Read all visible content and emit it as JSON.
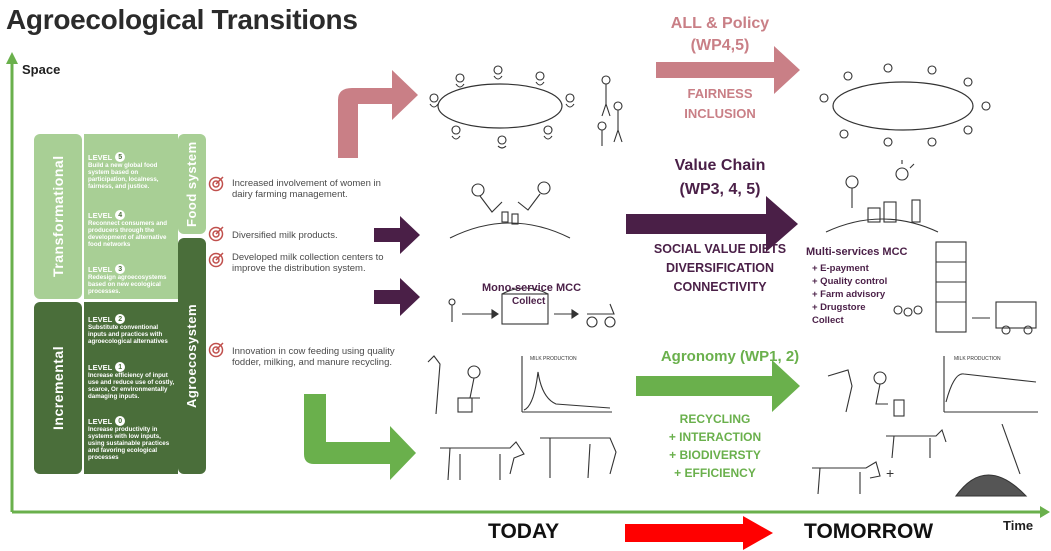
{
  "title": "Agroecological Transitions",
  "axes": {
    "y": "Space",
    "x": "Time"
  },
  "timeline": {
    "today": "TODAY",
    "tomorrow": "TOMORROW"
  },
  "panel": {
    "transformational": "Transformational",
    "incremental": "Incremental",
    "food_system": "Food system",
    "agroecosystem": "Agroecosystem",
    "levels": [
      {
        "label": "LEVEL",
        "num": "5",
        "text": "Build a new global food system based on participation, localness, fairness, and justice."
      },
      {
        "label": "LEVEL",
        "num": "4",
        "text": "Reconnect consumers and producers through the development of alternative food networks"
      },
      {
        "label": "LEVEL",
        "num": "3",
        "text": "Redesign agroecosystems based on new ecological processes."
      },
      {
        "label": "LEVEL",
        "num": "2",
        "text": "Substitute conventional inputs and practices with agroecological alternatives"
      },
      {
        "label": "LEVEL",
        "num": "1",
        "text": "Increase efficiency of input use and reduce use of costly, scarce, Or environmentally damaging inputs."
      },
      {
        "label": "LEVEL",
        "num": "0",
        "text": "Increase productivity in systems with low inputs, using sustainable practices and favoring ecological processes"
      }
    ]
  },
  "outcomes": [
    "Increased involvement of women in dairy farming management.",
    "Diversified milk products.",
    "Developed milk collection centers to improve the distribution system.",
    "Innovation in cow feeding using quality fodder, milking, and manure recycling."
  ],
  "policy": {
    "title": "ALL & Policy",
    "wp": "(WP4,5)",
    "keywords": [
      "FAIRNESS",
      "INCLUSION"
    ]
  },
  "value_chain": {
    "title": "Value Chain",
    "wp": "(WP3, 4, 5)",
    "keywords": [
      "SOCIAL VALUE DIETS",
      "DIVERSIFICATION",
      "CONNECTIVITY"
    ]
  },
  "agronomy": {
    "title": "Agronomy (WP1, 2)",
    "keywords": [
      "RECYCLING",
      "+ INTERACTION",
      "+ BIODIVERSTY",
      "+ EFFICIENCY"
    ]
  },
  "mono_mcc": {
    "title": "Mono-service MCC",
    "sub": "Collect"
  },
  "multi_mcc": {
    "title": "Multi-services MCC",
    "items": [
      "+ E-payment",
      "+ Quality control",
      "+ Farm advisory",
      "+ Drugstore",
      "Collect"
    ]
  },
  "milk_label": "MILK PRODUCTION",
  "colors": {
    "pink": "#c97f86",
    "purple": "#4a1f47",
    "green": "#6ab04c",
    "red": "#ff0000",
    "panel_light": "#a8cf95",
    "panel_dark": "#4a6e3a"
  }
}
